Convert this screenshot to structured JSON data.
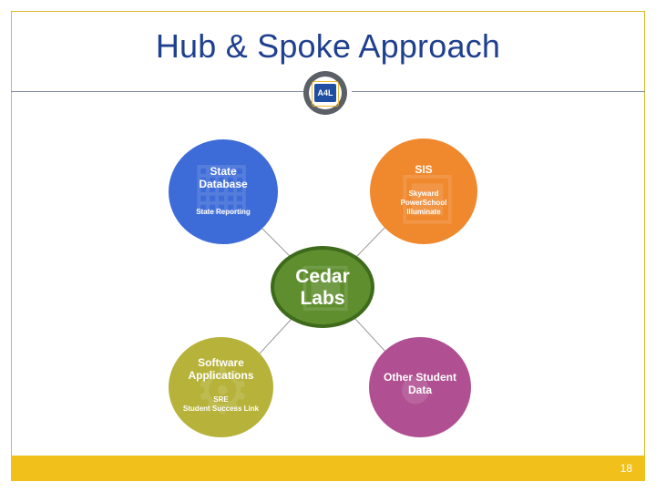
{
  "title": "Hub & Spoke Approach",
  "logo_text": "A4L",
  "hub": {
    "line1": "Cedar",
    "line2": "Labs",
    "color": "#5e8e2d"
  },
  "spokes": {
    "state": {
      "line1": "State",
      "line2": "Database",
      "detail": "State Reporting",
      "color": "#3d6bd8"
    },
    "sis": {
      "line1": "SIS",
      "detail1": "Skyward",
      "detail2": "PowerSchool",
      "detail3": "Illuminate",
      "color": "#f0882e"
    },
    "software": {
      "line1": "Software",
      "line2": "Applications",
      "detail1": "SRE",
      "detail2": "Student Success Link",
      "color": "#b6b23a"
    },
    "other": {
      "line1": "Other Student",
      "line2": "Data",
      "color": "#b04f91"
    }
  },
  "page_number": "18",
  "colors": {
    "title": "#1f3f8f",
    "footer": "#f1c01b",
    "frame": "#e2b928"
  }
}
